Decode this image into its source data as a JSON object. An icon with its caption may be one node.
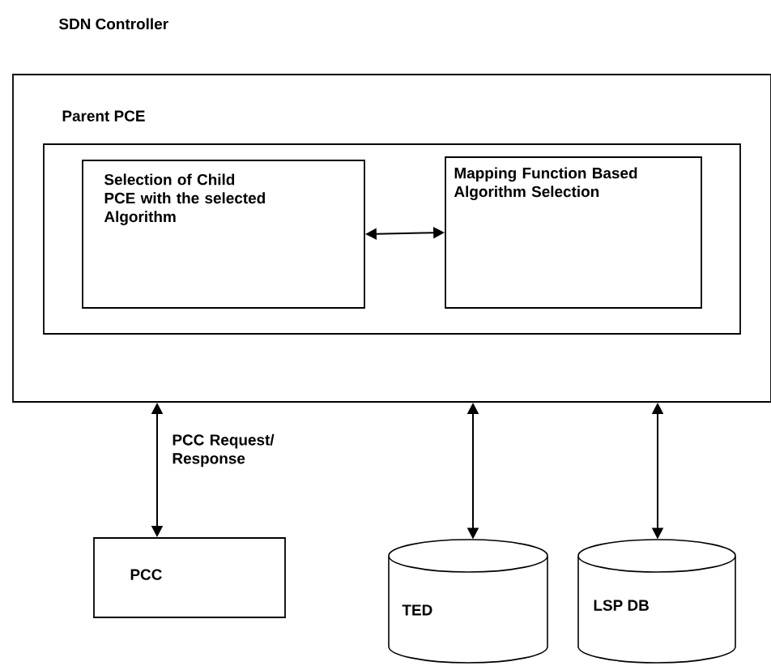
{
  "diagram": {
    "nodes": [
      {
        "text": [
          "SDN Controller"
        ]
      },
      {
        "text": [
          "Parent PCE"
        ],
        "in": 0
      },
      {
        "text": [
          "Selection of Child PCE with the selected Algorithm"
        ],
        "in": 1
      },
      {
        "text": [
          "Mapping Function Based Algorithm Selection"
        ],
        "in": 1
      },
      {
        "text": [
          "PCC"
        ]
      },
      {
        "text": [
          "TED"
        ]
      },
      {
        "text": [
          "LSP DB"
        ]
      }
    ],
    "edges": [
      {
        "from": 2,
        "to": 3,
        "arrow": "both"
      },
      {
        "from": 0,
        "to": 4,
        "arrow": "both",
        "label": "PCC Request/ Response"
      },
      {
        "from": 0,
        "to": 5,
        "arrow": "both"
      },
      {
        "from": 0,
        "to": 6,
        "arrow": "both"
      }
    ]
  }
}
